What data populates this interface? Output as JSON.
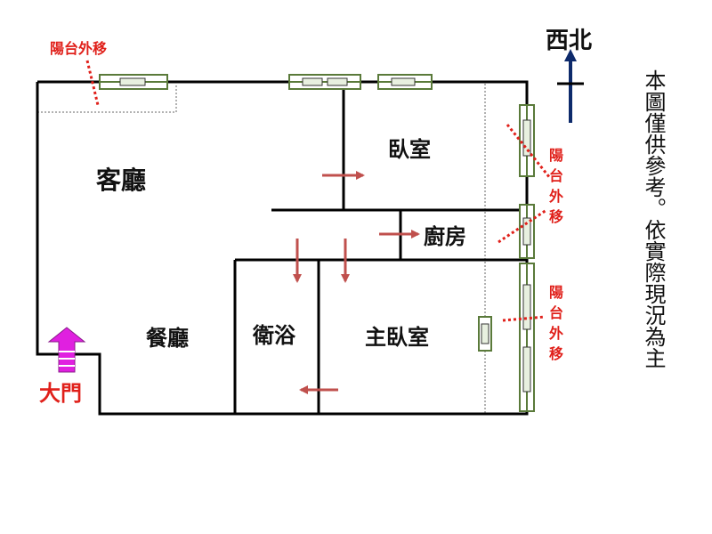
{
  "rooms": {
    "living": "客廳",
    "bedroom": "臥室",
    "kitchen": "廚房",
    "dining": "餐廳",
    "bathroom": "衛浴",
    "master_bedroom": "主臥室"
  },
  "balcony_label_top": "陽台外移",
  "balcony_label_right_1": [
    "陽",
    "台",
    "外",
    "移"
  ],
  "balcony_label_right_2": [
    "陽",
    "台",
    "外",
    "移"
  ],
  "main_door": "大門",
  "north_label": "西北",
  "notice": "本圖僅供參考。依實際現況為主",
  "colors": {
    "wall": "#000000",
    "flow_arrow": "#c0504d",
    "entry_arrow": "#e020e0",
    "balcony_text": "#e0201a",
    "north_arrow": "#0d2a6b"
  }
}
